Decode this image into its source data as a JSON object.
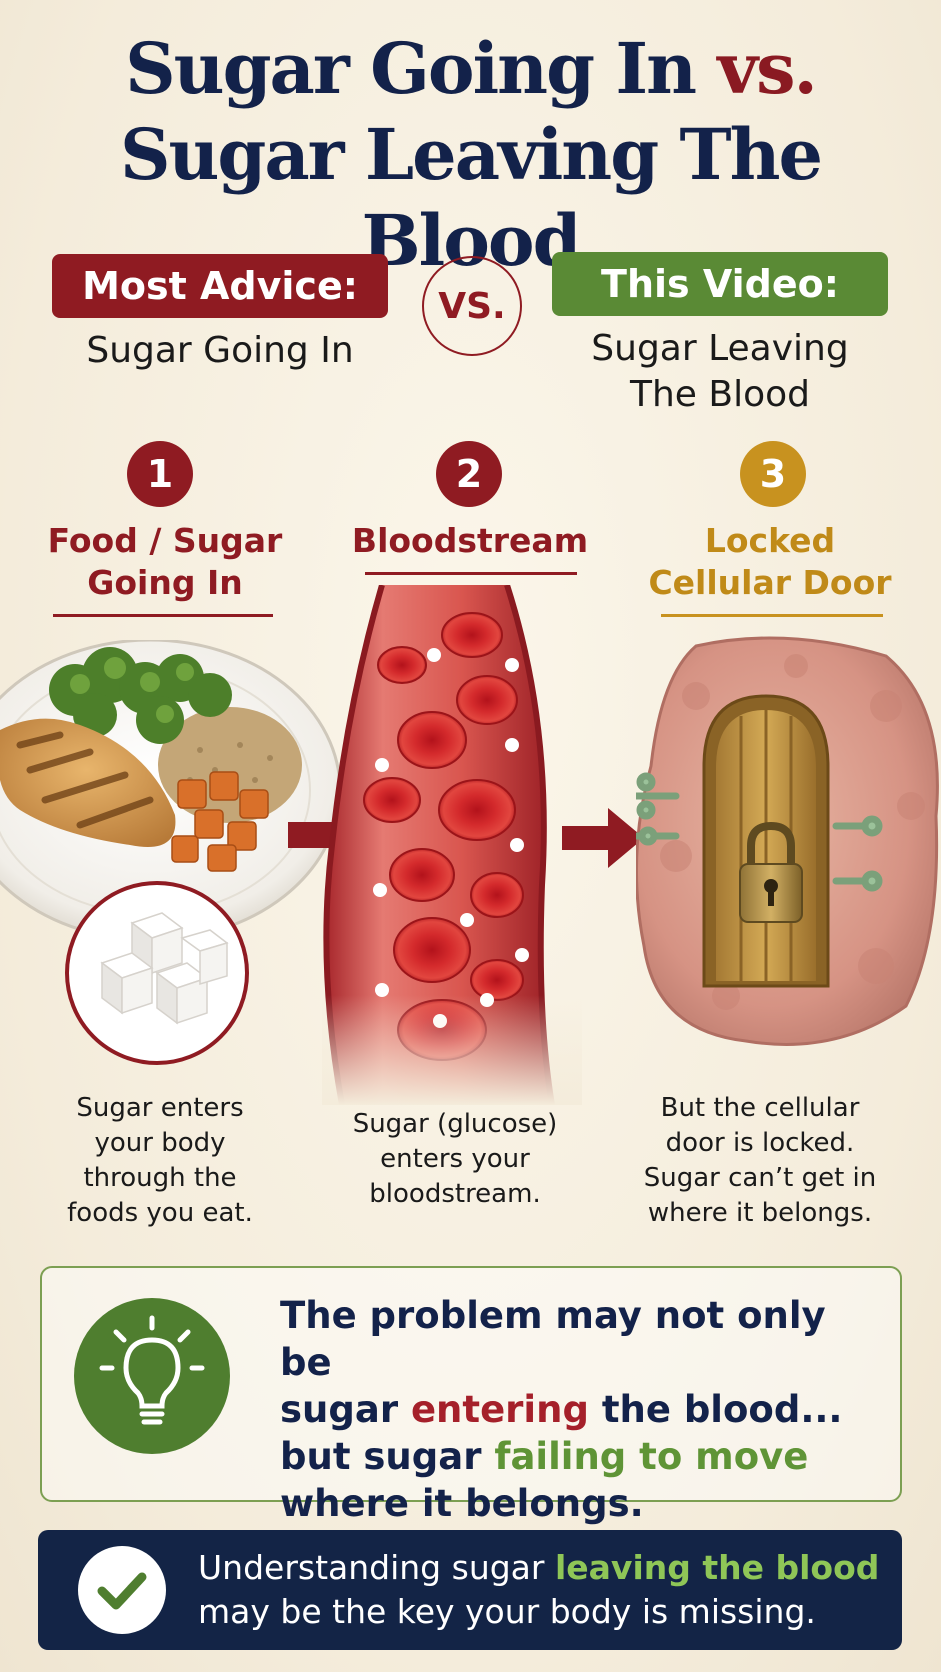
{
  "title": {
    "line1_a": "Sugar Going In",
    "line1_vs": "vs.",
    "line2": "Sugar Leaving The Blood"
  },
  "comparison": {
    "left_label": "Most Advice:",
    "left_sub": "Sugar Going In",
    "vs": "VS.",
    "right_label": "This Video:",
    "right_sub_line1": "Sugar Leaving",
    "right_sub_line2": "The Blood"
  },
  "steps": [
    {
      "number": "1",
      "title_line1": "Food / Sugar",
      "title_line2": "Going In",
      "desc": [
        "Sugar enters",
        "your body",
        "through the",
        "foods you eat."
      ]
    },
    {
      "number": "2",
      "title_line1": "Bloodstream",
      "title_line2": "",
      "desc": [
        "Sugar (glucose)",
        "enters your",
        "bloodstream."
      ]
    },
    {
      "number": "3",
      "title_line1": "Locked",
      "title_line2": "Cellular Door",
      "desc": [
        "But the cellular",
        "door is locked.",
        "Sugar can’t get in",
        "where it belongs."
      ]
    }
  ],
  "problem": {
    "line1": "The problem may not only be",
    "line2_a": "sugar ",
    "line2_red": "entering",
    "line2_b": " the blood...",
    "line3_a": "but sugar ",
    "line3_green": "failing to move",
    "line4": "where it belongs."
  },
  "bottom": {
    "line1_a": "Understanding sugar ",
    "line1_green": "leaving the blood",
    "line2": "may be the key your body is missing."
  },
  "colors": {
    "navy": "#13224a",
    "red": "#8f1b22",
    "green": "#5a8a35",
    "gold": "#c8921f"
  },
  "icons": [
    "plate-of-food-icon",
    "sugar-cubes-icon",
    "arrow-right-icon",
    "blood-vessel-icon",
    "locked-cell-door-icon",
    "lightbulb-icon",
    "check-icon"
  ]
}
